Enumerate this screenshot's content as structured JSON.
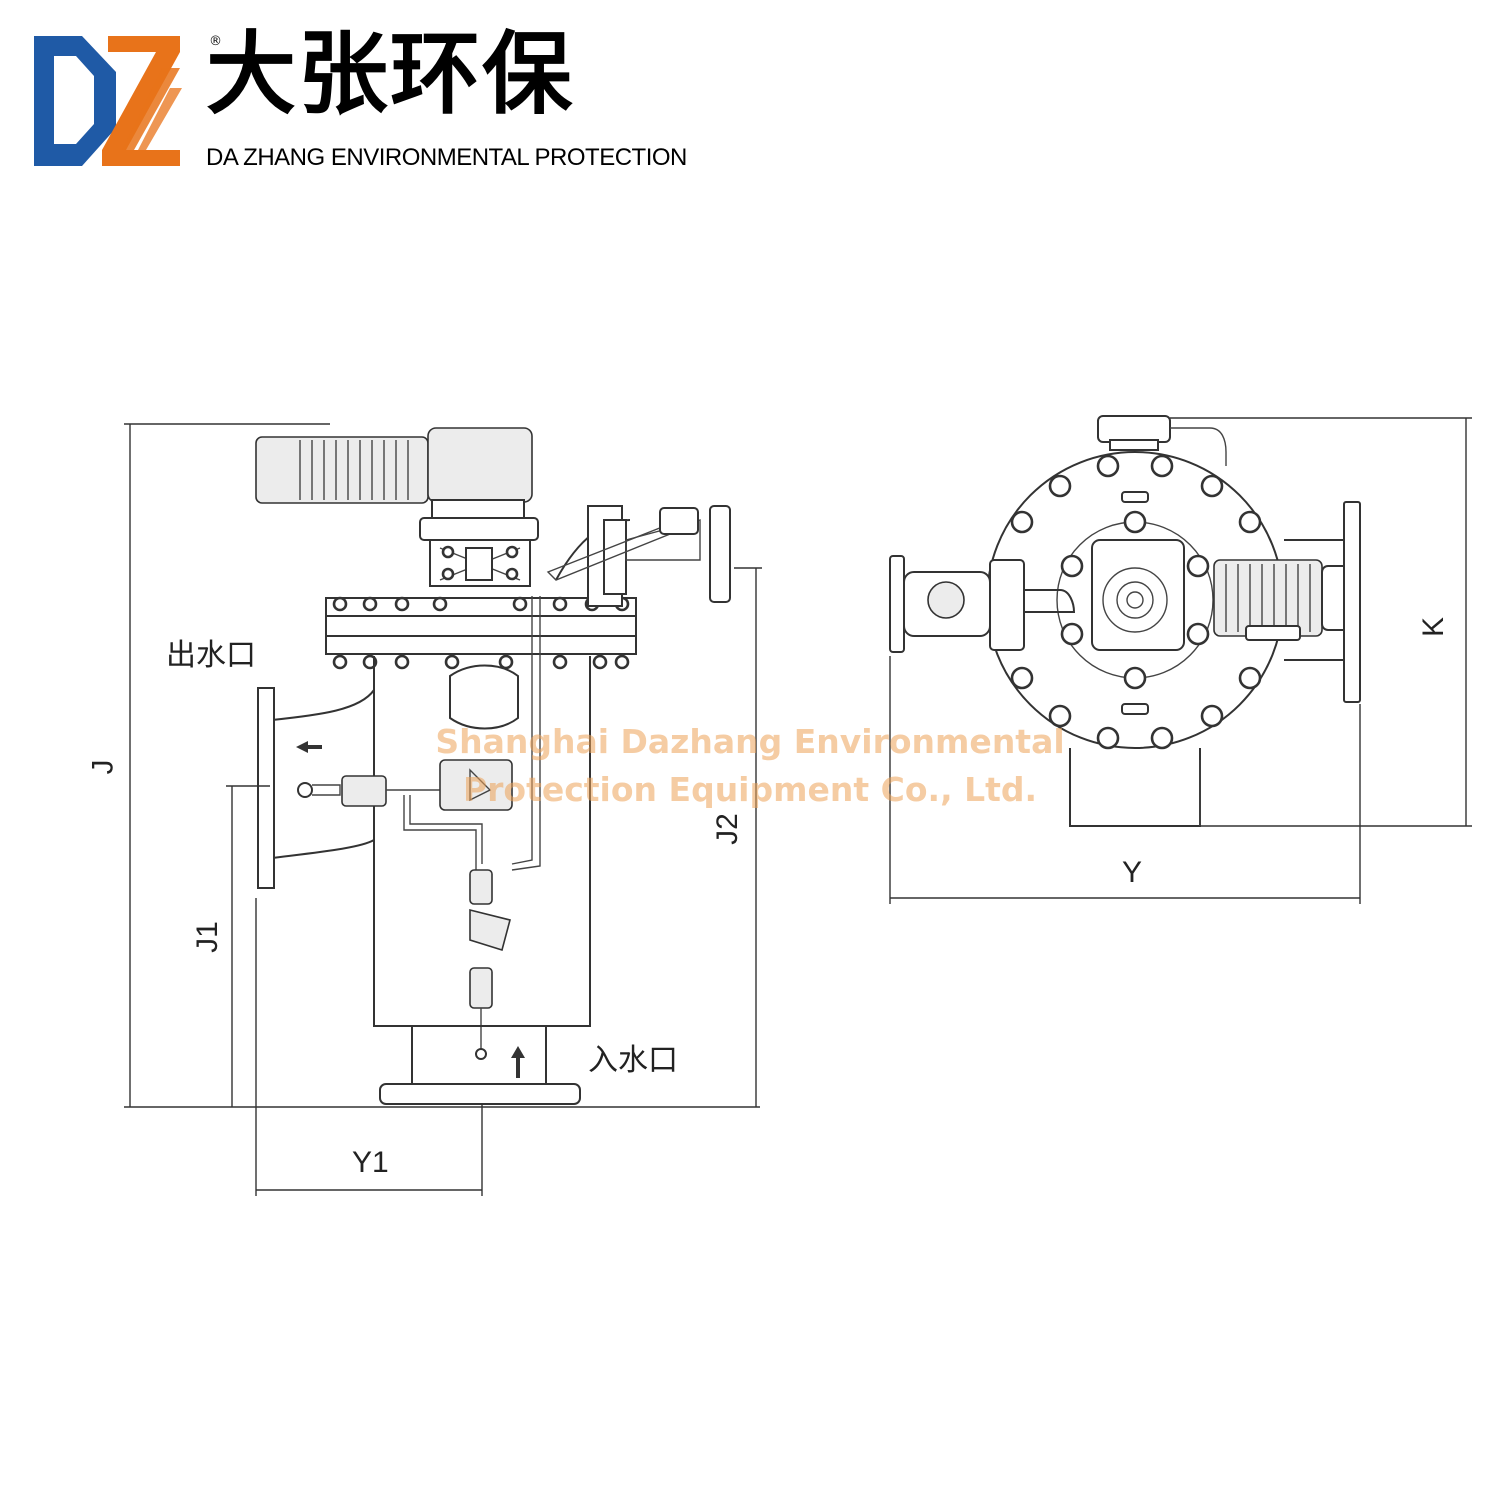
{
  "brand": {
    "name_cn": "大张环保",
    "name_en": "DA ZHANG ENVIRONMENTAL PROTECTION",
    "registered_mark": "®",
    "logo_colors": {
      "blue": "#1f5aa6",
      "orange": "#e8731a"
    }
  },
  "front_view": {
    "outlet_label": "出水口",
    "inlet_label": "入水口",
    "dim_J": "J",
    "dim_J1": "J1",
    "dim_J2": "J2",
    "dim_Y1": "Y1"
  },
  "top_view": {
    "dim_Y": "Y",
    "dim_K": "K"
  },
  "watermark": {
    "line1": "Shanghai Dazhang Environmental",
    "line2": "Protection Equipment Co., Ltd."
  }
}
